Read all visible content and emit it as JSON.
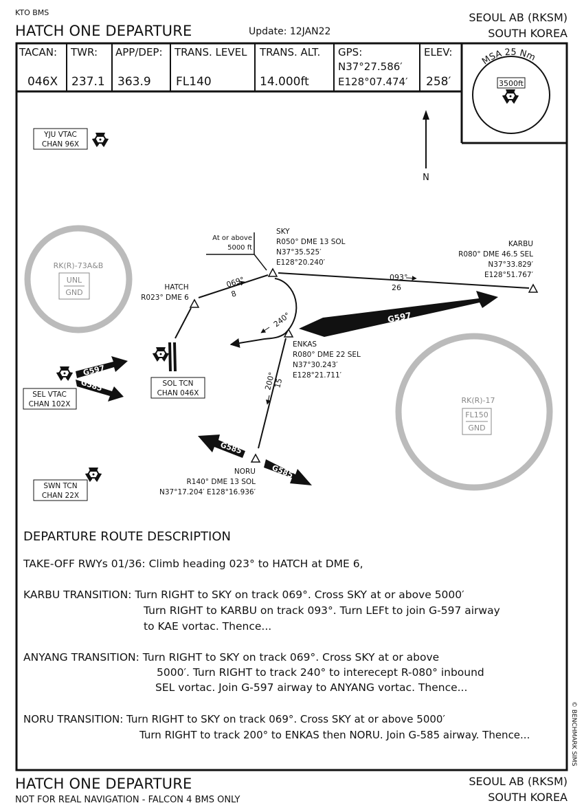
{
  "header": {
    "org": "KTO BMS",
    "title": "HATCH ONE DEPARTURE",
    "update": "Update: 12JAN22",
    "airport": "SEOUL AB (RKSM)",
    "country": "SOUTH KOREA"
  },
  "info_table": {
    "tacan_label": "TACAN:",
    "tacan_value": "046X",
    "twr_label": "TWR:",
    "twr_value": "237.1",
    "appdep_label": "APP/DEP:",
    "appdep_value": "363.9",
    "trans_level_label": "TRANS. LEVEL",
    "trans_level_value": "FL140",
    "trans_alt_label": "TRANS. ALT.",
    "trans_alt_value": "14.000ft",
    "gps_label": "GPS:",
    "gps_lat": "N37°27.586′",
    "gps_lon": "E128°07.474′",
    "elev_label": "ELEV:",
    "elev_value": "258′"
  },
  "msa": {
    "label": "MSA 25 Nm",
    "altitude": "3500ft"
  },
  "north_label": "N",
  "navaids": {
    "yju": {
      "line1": "YJU VTAC",
      "line2": "CHAN 96X"
    },
    "sel": {
      "line1": "SEL VTAC",
      "line2": "CHAN 102X"
    },
    "swn": {
      "line1": "SWN TCN",
      "line2": "CHAN 22X"
    },
    "sol": {
      "line1": "SOL TCN",
      "line2": "CHAN 046X"
    }
  },
  "airspaces": {
    "rk73": {
      "name": "RK(R)-73A&B",
      "upper": "UNL",
      "lower": "GND"
    },
    "rk17": {
      "name": "RK(R)-17",
      "upper": "FL150",
      "lower": "GND"
    }
  },
  "waypoints": {
    "sky": {
      "name": "SKY",
      "l1": "R050° DME 13 SOL",
      "l2": "N37°35.525′",
      "l3": "E128°20.240′"
    },
    "hatch": {
      "name": "HATCH",
      "l1": "R023° DME 6"
    },
    "karbu": {
      "name": "KARBU",
      "l1": "R080° DME 46.5 SEL",
      "l2": "N37°33.829′",
      "l3": "E128°51.767′"
    },
    "enkas": {
      "name": "ENKAS",
      "l1": "R080° DME 22 SEL",
      "l2": "N37°30.243′",
      "l3": "E128°21.711′"
    },
    "noru": {
      "name": "NORU",
      "l1": "R140° DME 13 SOL",
      "l2": "N37°17.204′ E128°16.936′"
    }
  },
  "constraint": {
    "l1": "At or above",
    "l2": "5000 ft"
  },
  "legs": {
    "hatch_sky": {
      "course": "069°",
      "dist": "8"
    },
    "sky_karbu": {
      "course": "093°",
      "dist": "26"
    },
    "enkas_track": {
      "course": "240°"
    },
    "enkas_noru": {
      "course": "200°",
      "dist": "15"
    }
  },
  "airways": {
    "g597": "G597",
    "g585": "G585"
  },
  "description": {
    "title": "DEPARTURE ROUTE DESCRIPTION",
    "takeoff": "TAKE-OFF RWYs 01/36: Climb heading 023° to HATCH at DME 6,",
    "karbu": [
      "KARBU TRANSITION: Turn RIGHT to SKY on track 069°. Cross SKY at or above 5000′",
      "Turn RIGHT to KARBU on track 093°. Turn LEFt to join G-597 airway",
      "to KAE vortac. Thence..."
    ],
    "anyang": [
      "ANYANG TRANSITION: Turn RIGHT to SKY on track 069°. Cross SKY at or above",
      "5000′. Turn RIGHT to track 240° to interecept R-080° inbound",
      "SEL vortac. Join G-597 airway to ANYANG vortac. Thence..."
    ],
    "noru": [
      "NORU TRANSITION: Turn RIGHT to SKY on track 069°. Cross SKY at or above 5000′",
      "Turn RIGHT to track 200° to ENKAS then NORU. Join G-585 airway. Thence..."
    ]
  },
  "copyright": "© BENCHMARK SIMS",
  "footer": {
    "title": "HATCH ONE DEPARTURE",
    "disclaimer": "NOT FOR REAL NAVIGATION - FALCON 4 BMS ONLY",
    "airport": "SEOUL AB (RKSM)",
    "country": "SOUTH KOREA"
  }
}
